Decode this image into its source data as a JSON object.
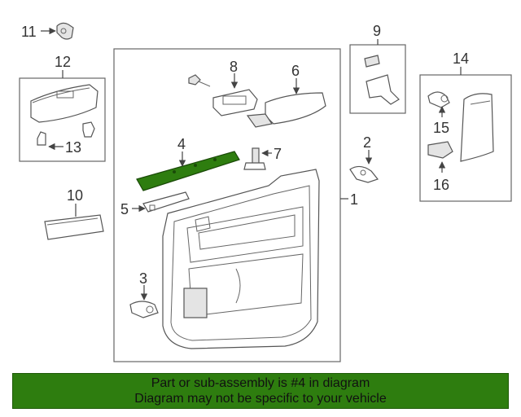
{
  "callouts": {
    "c1": "1",
    "c2": "2",
    "c3": "3",
    "c4": "4",
    "c5": "5",
    "c6": "6",
    "c7": "7",
    "c8": "8",
    "c9": "9",
    "c10": "10",
    "c11": "11",
    "c12": "12",
    "c13": "13",
    "c14": "14",
    "c15": "15",
    "c16": "16"
  },
  "highlight": {
    "part": "4",
    "color": "#2e7d0f"
  },
  "banner": {
    "line1": "Part or sub-assembly is #4 in diagram",
    "line2": "Diagram may not be specific to your vehicle",
    "color": "#2e7d0f"
  }
}
